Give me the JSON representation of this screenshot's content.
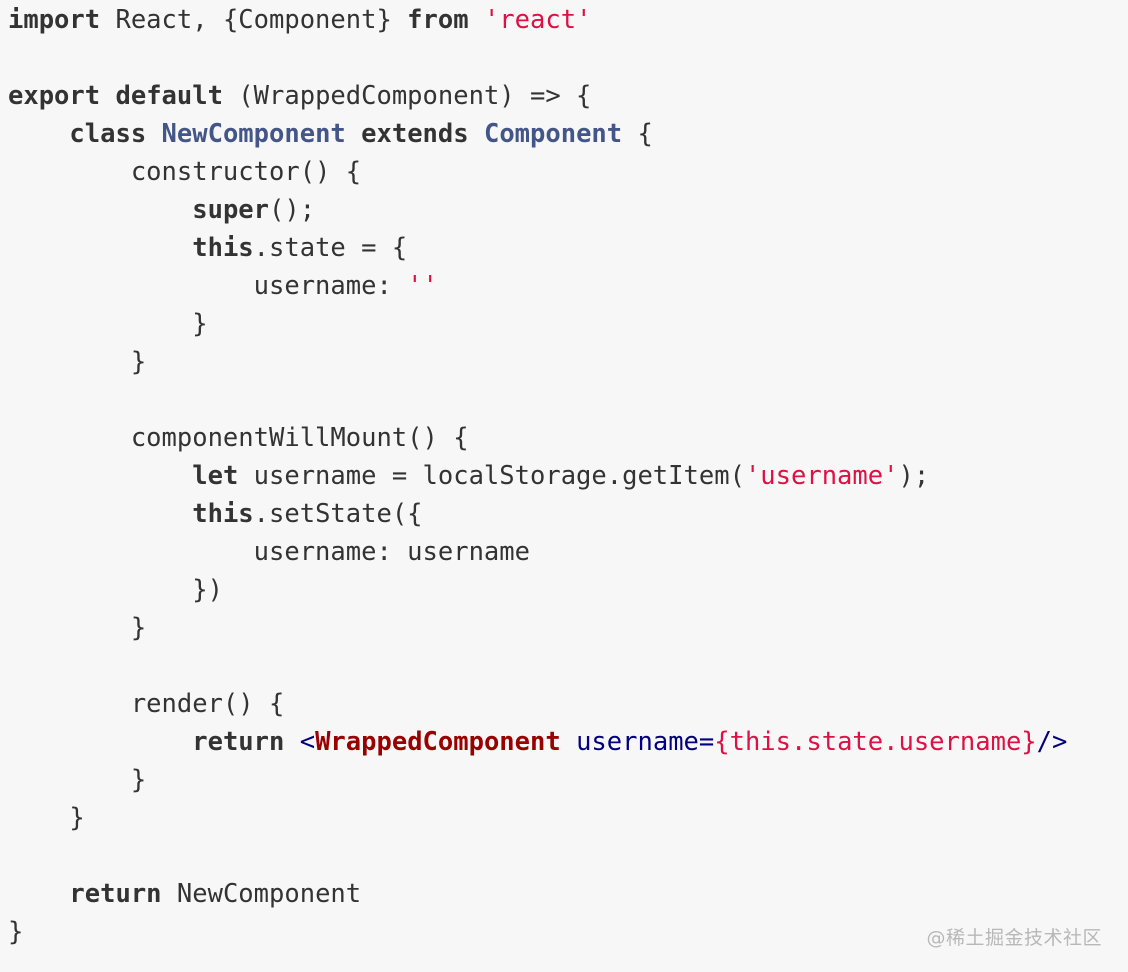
{
  "code": {
    "lines": [
      [
        {
          "t": "import",
          "c": "kw"
        },
        {
          "t": " React, {Component} ",
          "c": "plain"
        },
        {
          "t": "from",
          "c": "kw"
        },
        {
          "t": " ",
          "c": "plain"
        },
        {
          "t": "'react'",
          "c": "str"
        }
      ],
      [],
      [
        {
          "t": "export",
          "c": "kw"
        },
        {
          "t": " ",
          "c": "plain"
        },
        {
          "t": "default",
          "c": "kw"
        },
        {
          "t": " (WrappedComponent) => {",
          "c": "plain"
        }
      ],
      [
        {
          "t": "    ",
          "c": "plain"
        },
        {
          "t": "class",
          "c": "kw"
        },
        {
          "t": " ",
          "c": "plain"
        },
        {
          "t": "NewComponent",
          "c": "class"
        },
        {
          "t": " ",
          "c": "plain"
        },
        {
          "t": "extends",
          "c": "kw"
        },
        {
          "t": " ",
          "c": "plain"
        },
        {
          "t": "Component",
          "c": "class"
        },
        {
          "t": " {",
          "c": "plain"
        }
      ],
      [
        {
          "t": "        constructor() {",
          "c": "plain"
        }
      ],
      [
        {
          "t": "            ",
          "c": "plain"
        },
        {
          "t": "super",
          "c": "kw"
        },
        {
          "t": "();",
          "c": "plain"
        }
      ],
      [
        {
          "t": "            ",
          "c": "plain"
        },
        {
          "t": "this",
          "c": "kw"
        },
        {
          "t": ".state = {",
          "c": "plain"
        }
      ],
      [
        {
          "t": "                username: ",
          "c": "plain"
        },
        {
          "t": "''",
          "c": "str"
        }
      ],
      [
        {
          "t": "            }",
          "c": "plain"
        }
      ],
      [
        {
          "t": "        }",
          "c": "plain"
        }
      ],
      [],
      [
        {
          "t": "        componentWillMount() {",
          "c": "plain"
        }
      ],
      [
        {
          "t": "            ",
          "c": "plain"
        },
        {
          "t": "let",
          "c": "kw"
        },
        {
          "t": " username = localStorage.getItem(",
          "c": "plain"
        },
        {
          "t": "'username'",
          "c": "str"
        },
        {
          "t": ");",
          "c": "plain"
        }
      ],
      [
        {
          "t": "            ",
          "c": "plain"
        },
        {
          "t": "this",
          "c": "kw"
        },
        {
          "t": ".setState({",
          "c": "plain"
        }
      ],
      [
        {
          "t": "                username: username",
          "c": "plain"
        }
      ],
      [
        {
          "t": "            })",
          "c": "plain"
        }
      ],
      [
        {
          "t": "        }",
          "c": "plain"
        }
      ],
      [],
      [
        {
          "t": "        render() {",
          "c": "plain"
        }
      ],
      [
        {
          "t": "            ",
          "c": "plain"
        },
        {
          "t": "return",
          "c": "kw"
        },
        {
          "t": " ",
          "c": "plain"
        },
        {
          "t": "<",
          "c": "attr"
        },
        {
          "t": "WrappedComponent",
          "c": "tag"
        },
        {
          "t": " ",
          "c": "plain"
        },
        {
          "t": "username=",
          "c": "attr"
        },
        {
          "t": "{this.state.username}",
          "c": "str"
        },
        {
          "t": "/>",
          "c": "attr"
        }
      ],
      [
        {
          "t": "        }",
          "c": "plain"
        }
      ],
      [
        {
          "t": "    }",
          "c": "plain"
        }
      ],
      [],
      [
        {
          "t": "    ",
          "c": "plain"
        },
        {
          "t": "return",
          "c": "kw"
        },
        {
          "t": " NewComponent",
          "c": "plain"
        }
      ],
      [
        {
          "t": "}",
          "c": "plain"
        }
      ]
    ]
  },
  "watermark": {
    "text": "@稀土掘金技术社区"
  },
  "colors": {
    "background": "#f7f7f7",
    "text": "#333333",
    "string": "#dd1144",
    "class_name": "#445588",
    "jsx_tag": "#990000",
    "jsx_attr": "#000080",
    "watermark": "#b8b8b8"
  }
}
